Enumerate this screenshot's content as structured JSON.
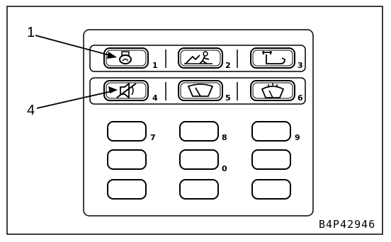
{
  "callouts": [
    {
      "label": "1"
    },
    {
      "label": "4"
    }
  ],
  "figure_code": "B4P42946",
  "buttons": {
    "row1": [
      {
        "number": "1",
        "icon": "engine-icon"
      },
      {
        "number": "2",
        "icon": "work-mode-icon"
      },
      {
        "number": "3",
        "icon": "boom-icon"
      }
    ],
    "row2": [
      {
        "number": "4",
        "icon": "buzzer-cancel-icon"
      },
      {
        "number": "5",
        "icon": "wiper-icon"
      },
      {
        "number": "6",
        "icon": "washer-icon"
      }
    ],
    "keypad": [
      {
        "number": "7"
      },
      {
        "number": "8"
      },
      {
        "number": "9"
      },
      {
        "number": ""
      },
      {
        "number": "0"
      },
      {
        "number": ""
      },
      {
        "number": ""
      },
      {
        "number": ""
      },
      {
        "number": ""
      }
    ]
  }
}
